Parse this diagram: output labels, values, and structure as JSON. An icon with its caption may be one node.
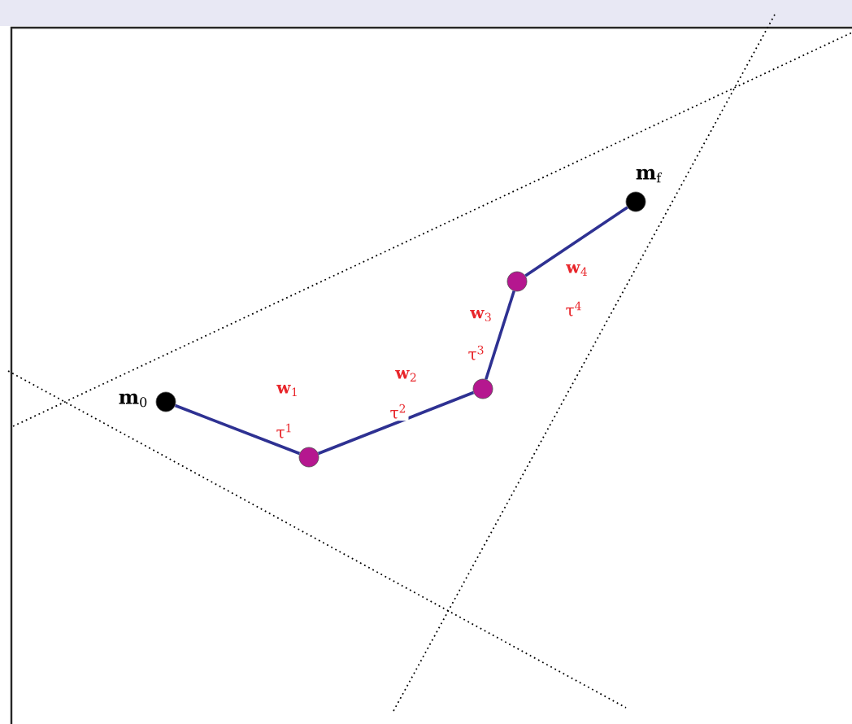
{
  "diagram": {
    "nodes": [
      {
        "text": [],
        "shape": "circle",
        "beside": [
          "**m**$_{0}$"
        ]
      },
      {
        "text": [],
        "shape": "circle"
      },
      {
        "text": [],
        "shape": "circle"
      },
      {
        "text": [],
        "shape": "circle"
      },
      {
        "text": [],
        "shape": "circle",
        "beside": [
          "**m**$_{f}$"
        ]
      }
    ],
    "edges": [
      {
        "from": 0,
        "to": 1,
        "arrow": "none",
        "label": "**w**$_{1}$"
      },
      {
        "from": 1,
        "to": 2,
        "arrow": "none",
        "label": "**w**$_{2}$"
      },
      {
        "from": 2,
        "to": 3,
        "arrow": "none",
        "label": "**w**$_{3}$"
      },
      {
        "from": 3,
        "to": 4,
        "arrow": "none",
        "label": "**w**$_{4}$"
      }
    ],
    "labels": [
      "τ$^{1}$",
      "τ$^{2}$",
      "τ$^{3}$",
      "τ$^{4}$"
    ]
  }
}
